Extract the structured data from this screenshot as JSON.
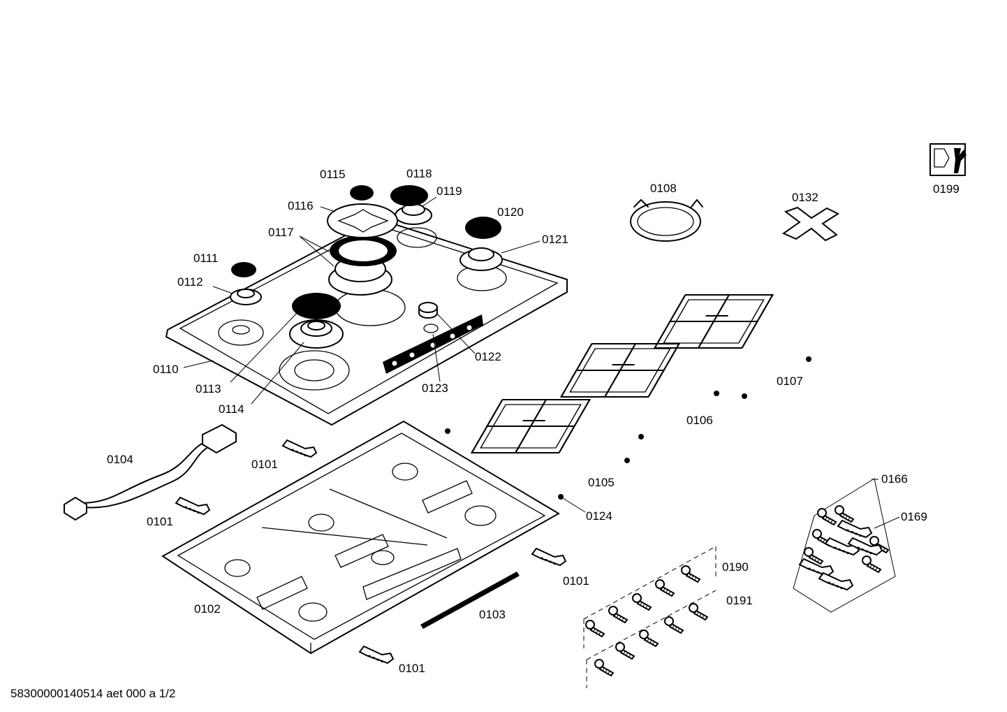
{
  "labels": {
    "l0101a": "0101",
    "l0101b": "0101",
    "l0101c": "0101",
    "l0101d": "0101",
    "l0102": "0102",
    "l0103": "0103",
    "l0104": "0104",
    "l0105": "0105",
    "l0106": "0106",
    "l0107": "0107",
    "l0108": "0108",
    "l0110": "0110",
    "l0111": "0111",
    "l0112": "0112",
    "l0113": "0113",
    "l0114": "0114",
    "l0115": "0115",
    "l0116": "0116",
    "l0117": "0117",
    "l0118": "0118",
    "l0119": "0119",
    "l0120": "0120",
    "l0121": "0121",
    "l0122": "0122",
    "l0123": "0123",
    "l0124": "0124",
    "l0132": "0132",
    "l0166": "0166",
    "l0169": "0169",
    "l0190": "0190",
    "l0191": "0191",
    "l0199": "0199"
  },
  "footer": {
    "doc_id": "58300000140514 aet 000 a 1/2"
  },
  "icons": {
    "service_icon": "wrench-nut-icon"
  }
}
